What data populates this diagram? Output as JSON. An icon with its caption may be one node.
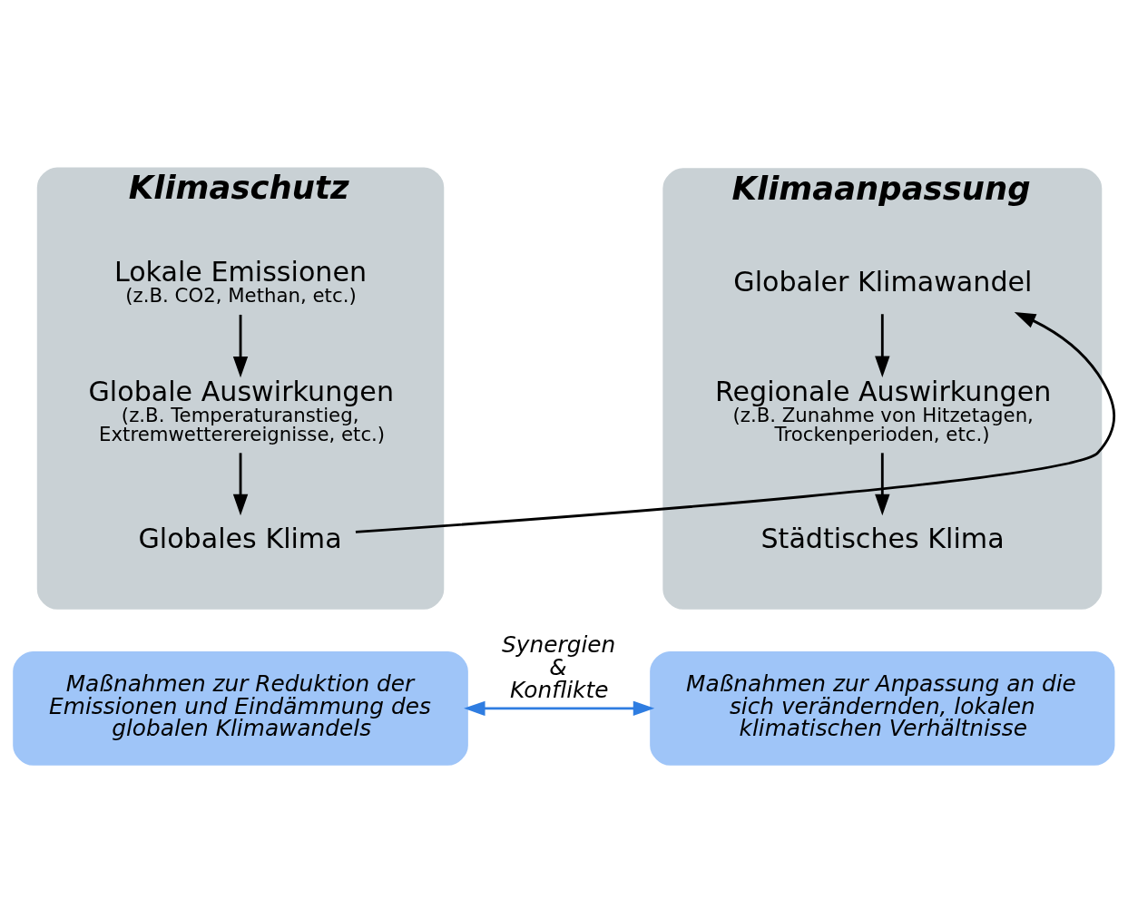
{
  "diagram": {
    "nodes": [
      {
        "text": [
          "Klimaschutz"
        ]
      },
      {
        "text": [
          "Lokale Emissionen",
          "(z.B. CO2, Methan, etc.)"
        ],
        "in": 0
      },
      {
        "text": [
          "Globale Auswirkungen",
          "(z.B. Temperaturanstieg, Extremwetterereignisse, etc.)"
        ],
        "in": 0
      },
      {
        "text": [
          "Globales Klima"
        ],
        "in": 0
      },
      {
        "text": [
          "Klimaanpassung"
        ]
      },
      {
        "text": [
          "Globaler Klimawandel"
        ],
        "in": 4
      },
      {
        "text": [
          "Regionale Auswirkungen",
          "(z.B. Zunahme von Hitzetagen, Trockenperioden, etc.)"
        ],
        "in": 4
      },
      {
        "text": [
          "Städtisches Klima"
        ],
        "in": 4
      },
      {
        "text": [
          "Maßnahmen zur Reduktion der Emissionen und Eindämmung des globalen Klimawandels"
        ]
      },
      {
        "text": [
          "Maßnahmen zur Anpassung an die sich verändernden, lokalen klimatischen Verhältnisse"
        ]
      }
    ],
    "edges": [
      {
        "from": 1,
        "to": 2,
        "arrow": "to"
      },
      {
        "from": 2,
        "to": 3,
        "arrow": "to"
      },
      {
        "from": 3,
        "to": 5,
        "arrow": "to"
      },
      {
        "from": 5,
        "to": 6,
        "arrow": "to"
      },
      {
        "from": 6,
        "to": 7,
        "arrow": "to"
      },
      {
        "from": 8,
        "to": 9,
        "arrow": "both",
        "label": "Synergien & Konflikte",
        "color": "#2f7de1"
      }
    ]
  }
}
